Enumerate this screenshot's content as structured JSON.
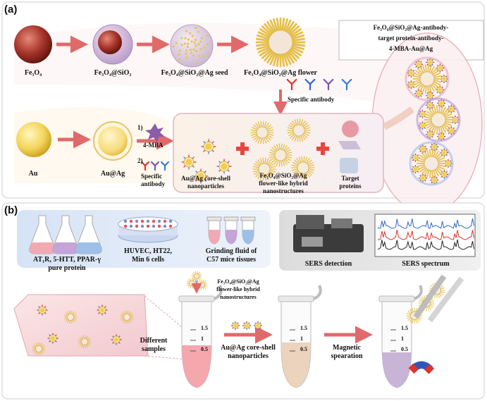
{
  "panel_a": {
    "label": "(a)",
    "fe3o4": "Fe₃O₄",
    "fe3o4_sio2": "Fe₃O₄@SiO₂",
    "seed": "Fe₃O₄@SiO₂@Ag seed",
    "flower": "Fe₃O₄@SiO₂@Ag flower",
    "specific_antibody_top": "Specific antibody",
    "sandwich_line1": "Fe₃O₄@SiO₂@Ag-antibody-",
    "sandwich_line2": "target protein-antibody-",
    "sandwich_line3": "4-MBA-Au@Ag",
    "au": "Au",
    "au_ag": "Au@Ag",
    "step1": "1)",
    "mba": "4-MBA",
    "step2": "2)",
    "specific": "Specific",
    "antibody": "antibody",
    "auag_cs_line1": "Au@Ag core-shell",
    "auag_cs_line2": "nanoparticles",
    "flower_hybrid_line1": "Fe₃O₄@SiO₂@Ag",
    "flower_hybrid_line2": "flower-like hybrid",
    "flower_hybrid_line3": "nanostructures",
    "target_line1": "Target",
    "target_line2": "proteins"
  },
  "panel_b": {
    "label": "(b)",
    "proteins_line1": "AT₁R, 5-HTT, PPAR-γ",
    "proteins_line2": "pure protein",
    "cells_line1": "HUVEC, HT22,",
    "cells_line2": "Min 6 cells",
    "tissue_line1": "Grinding fluid of",
    "tissue_line2": "C57 mice tissues",
    "sers_detection": "SERS detection",
    "sers_spectrum": "SERS spectrum",
    "flower_line1": "Fe₃O₄@SiO₂@Ag",
    "flower_line2": "flower-like hybrid",
    "flower_line3": "nanostructures",
    "different_line1": "Different",
    "different_line2": "samples",
    "auag_line1": "Au@Ag core-shell",
    "auag_line2": "nanoparticles",
    "magnetic_line1": "Magnetic",
    "magnetic_line2": "spearation",
    "tube_marks": [
      "1.5",
      "1",
      "0.5"
    ]
  },
  "colors": {
    "arrow": "#e06a6a",
    "panel_pink": "#f7d9dc",
    "panel_blue": "#dfe8f6",
    "panel_gray": "#e6e6e6",
    "silver": "#b9b5ad",
    "gold": "#f4d76a"
  }
}
